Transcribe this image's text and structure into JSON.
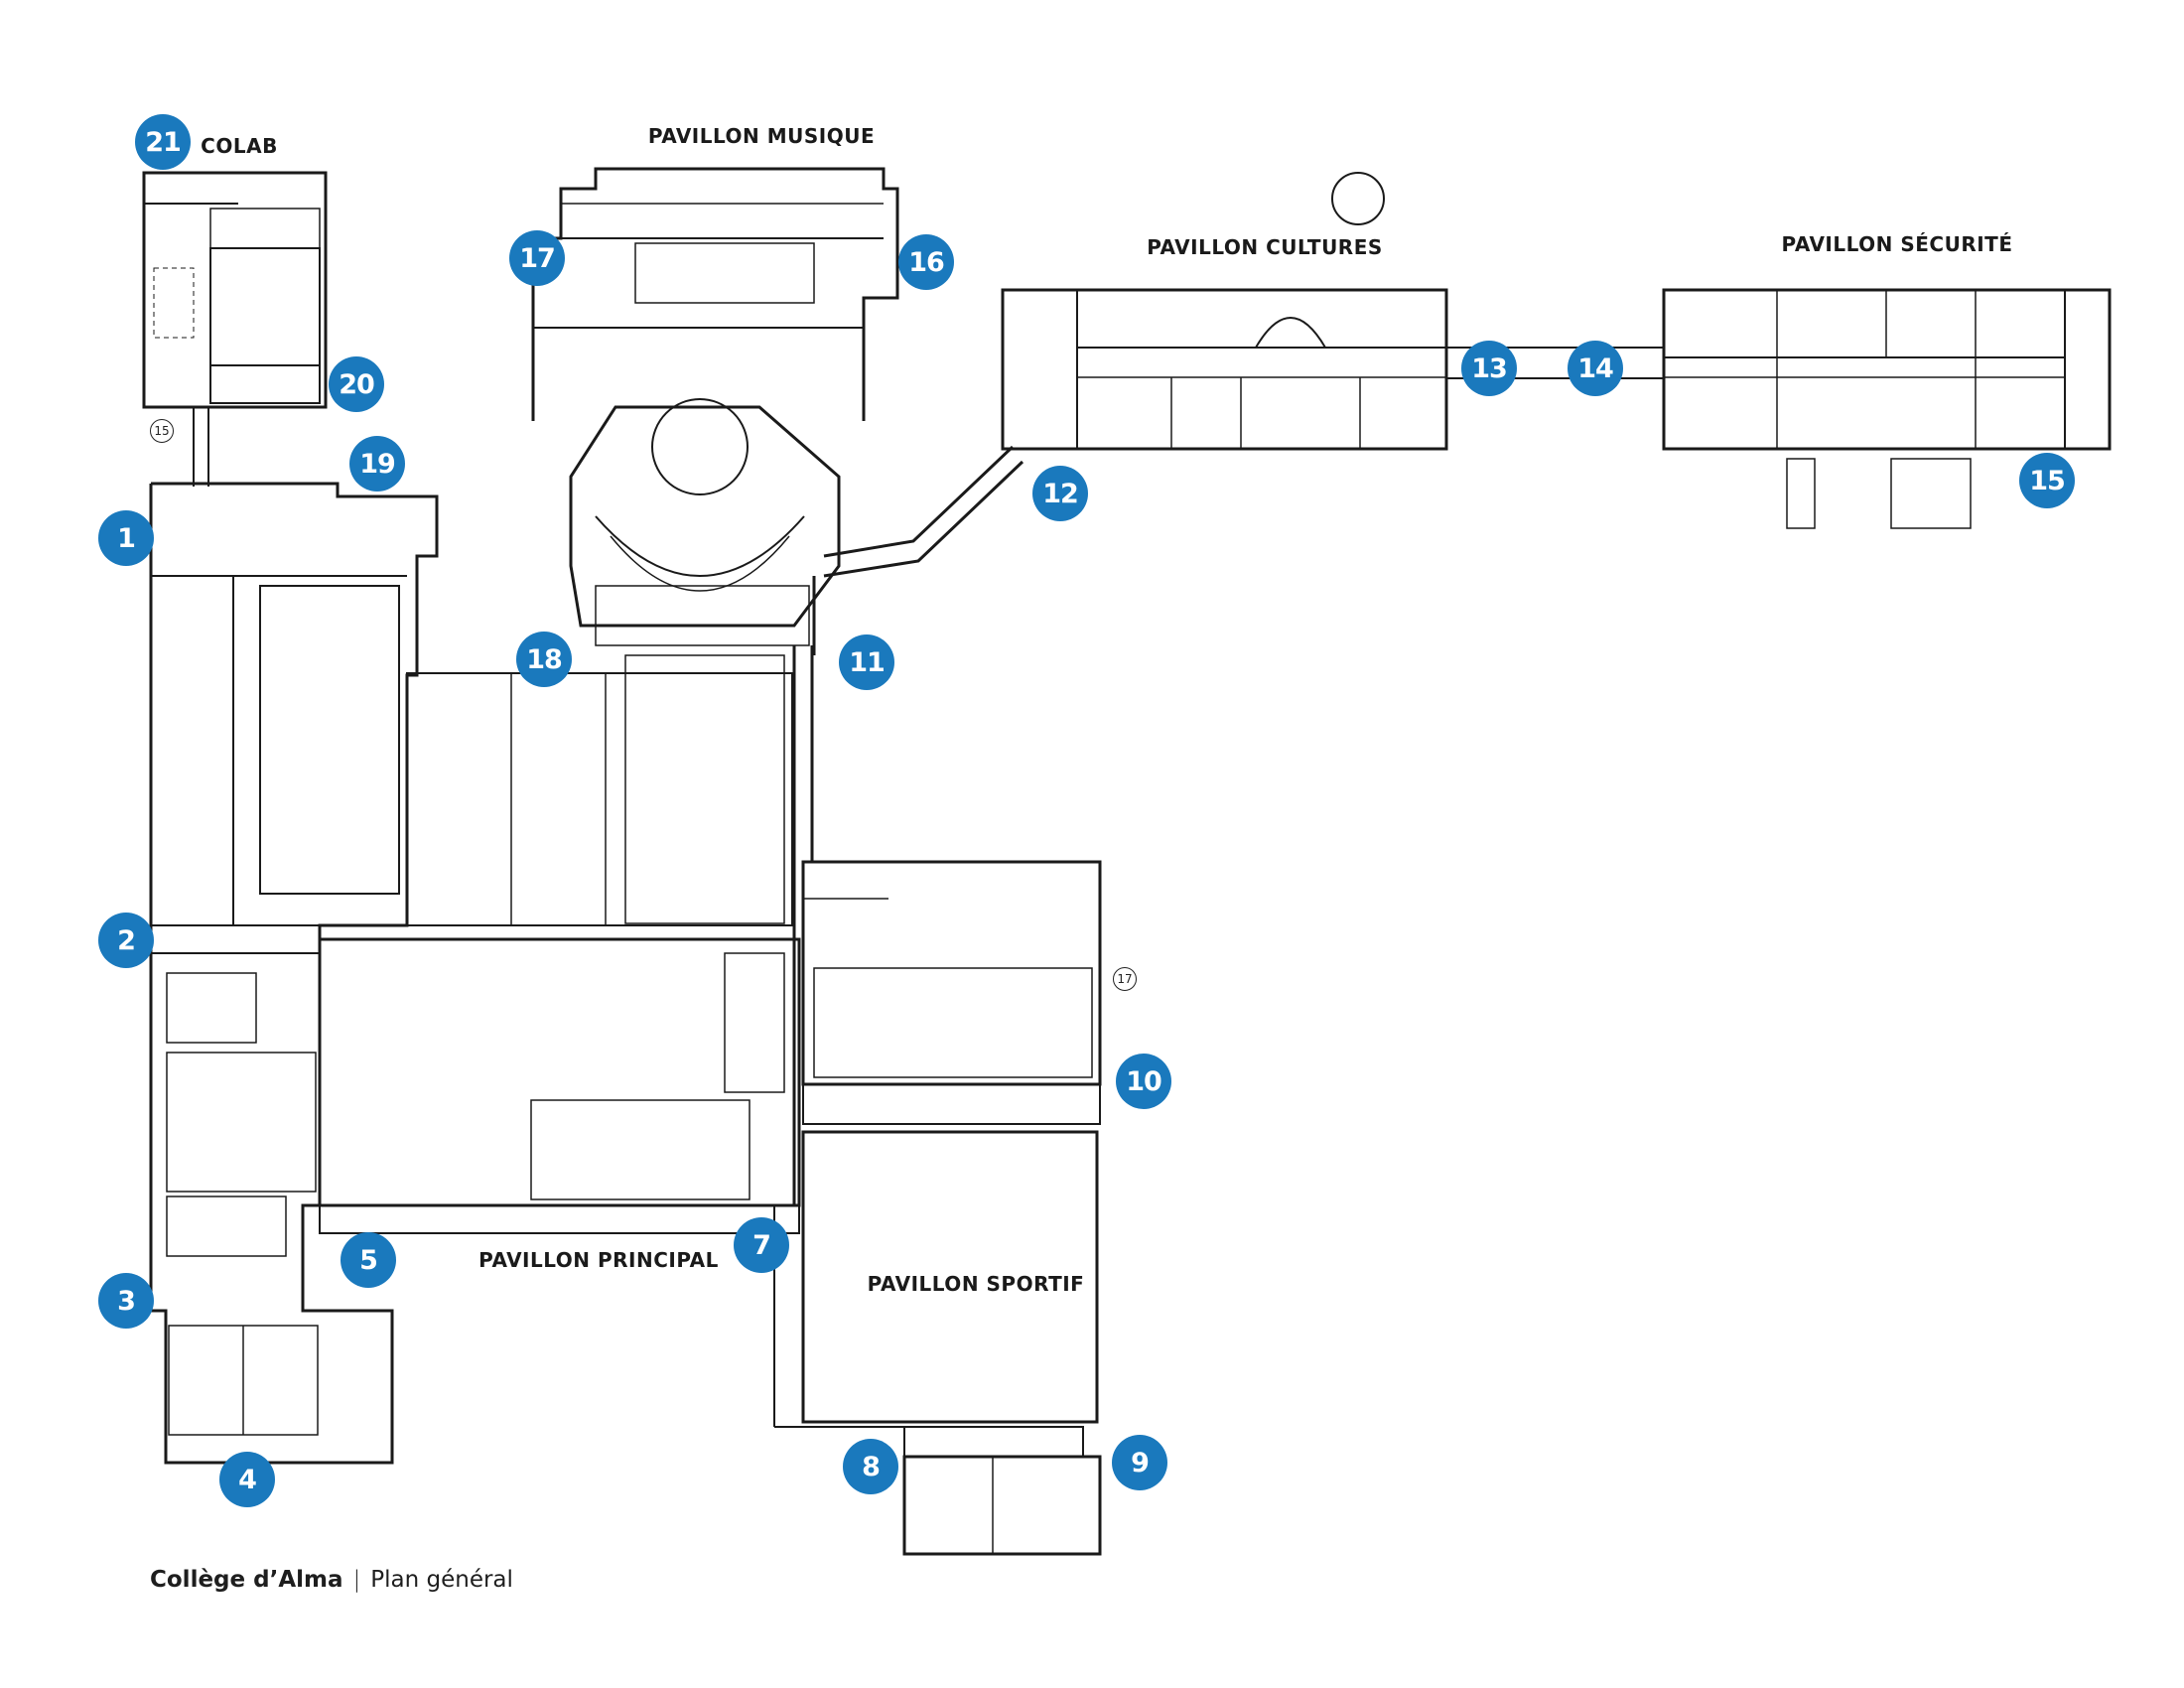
{
  "buildings": {
    "colab": "COLAB",
    "musique": "PAVILLON MUSIQUE",
    "cultures": "PAVILLON CULTURES",
    "securite": "PAVILLON SÉCURITÉ",
    "principal": "PAVILLON PRINCIPAL",
    "sportif": "PAVILLON SPORTIF"
  },
  "entrances": [
    "1",
    "2",
    "3",
    "4",
    "5",
    "7",
    "8",
    "9",
    "10",
    "11",
    "12",
    "13",
    "14",
    "15",
    "16",
    "17",
    "18",
    "19",
    "20",
    "21"
  ],
  "small_markers": {
    "a": "15",
    "b": "17"
  },
  "footer": {
    "college": "Collège d’Alma",
    "separator": "|",
    "subtitle": "Plan général"
  },
  "colors": {
    "marker": "#1a79bd",
    "lines": "#1a1a1a"
  }
}
